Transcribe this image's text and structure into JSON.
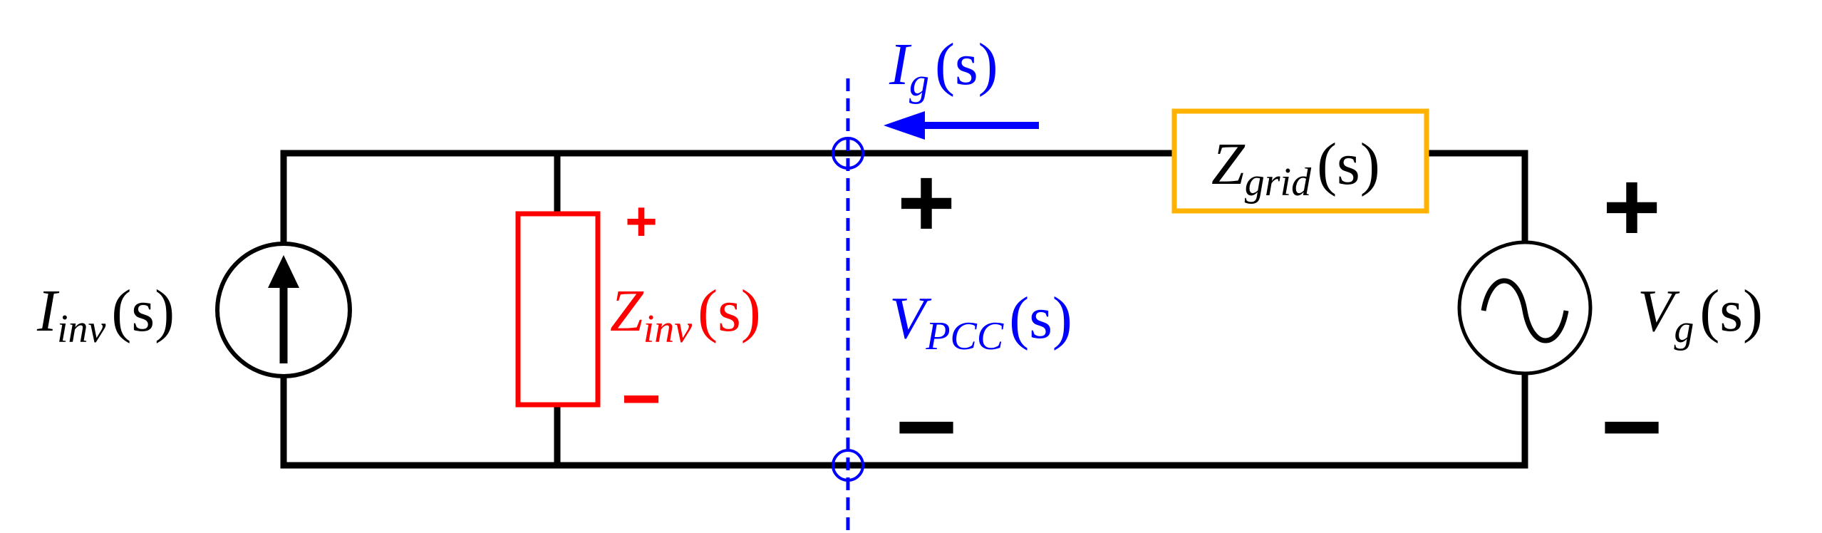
{
  "colors": {
    "wire": "#000000",
    "inverter_impedance": "#ff0000",
    "pcc": "#0000ff",
    "grid_impedance": "#ffb300"
  },
  "labels": {
    "i_inv": {
      "main": "I",
      "sub": "inv",
      "arg": "(s)"
    },
    "z_inv": {
      "main": "Z",
      "sub": "inv",
      "arg": "(s)"
    },
    "v_pcc": {
      "main": "V",
      "sub": "PCC",
      "arg": "(s)"
    },
    "i_g": {
      "main": "I",
      "sub": "g",
      "arg": "(s)"
    },
    "z_grid": {
      "main": "Z",
      "sub": "grid",
      "arg": "(s)"
    },
    "v_g": {
      "main": "V",
      "sub": "g",
      "arg": "(s)"
    }
  },
  "signs": {
    "z_inv_plus": "+",
    "z_inv_minus": "−",
    "v_pcc_plus": "+",
    "v_pcc_minus": "−",
    "v_g_plus": "+",
    "v_g_minus": "−"
  }
}
